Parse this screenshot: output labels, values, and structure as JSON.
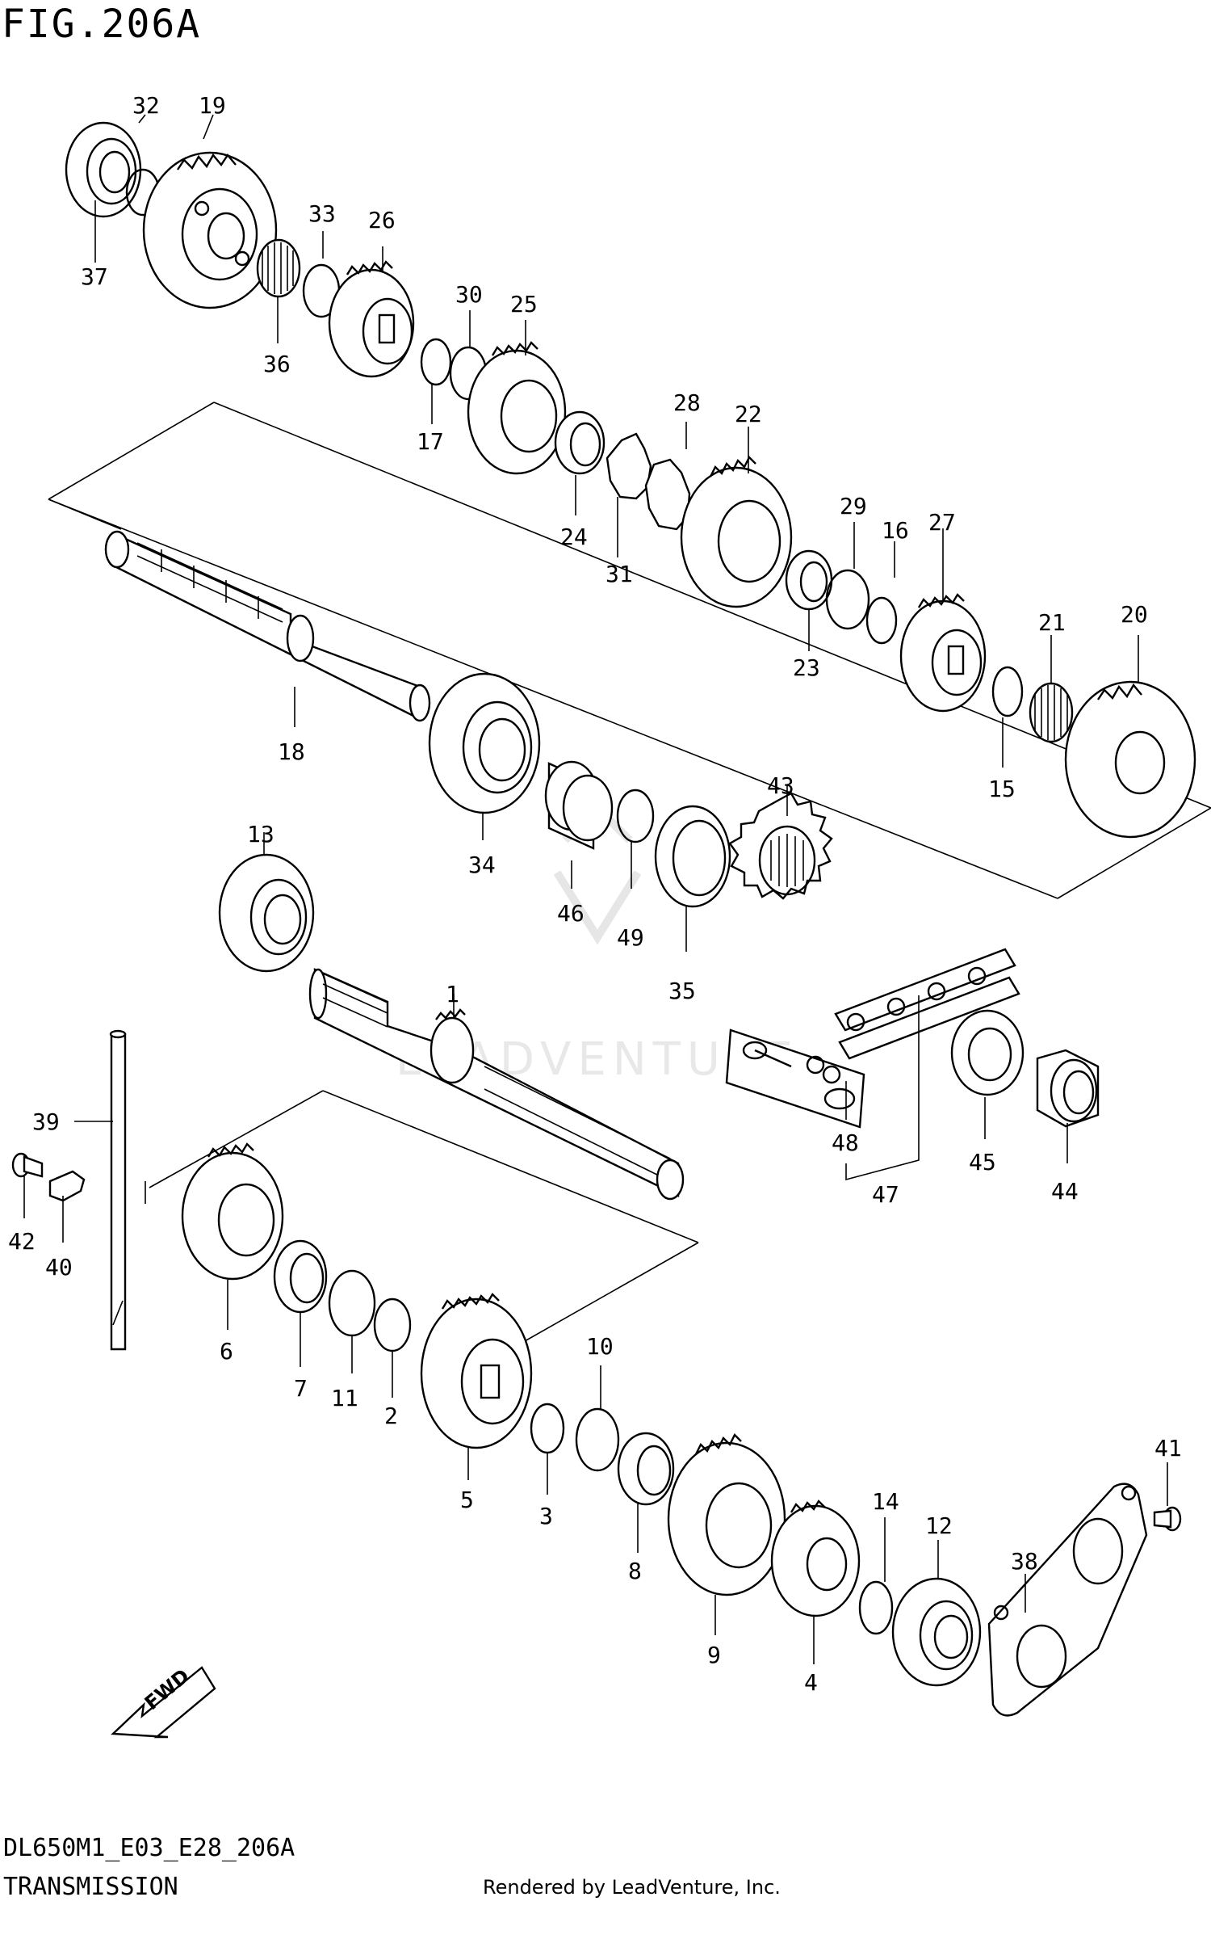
{
  "figure_title": "FIG.206A",
  "model_code": "DL650M1_E03_E28_206A",
  "section_title": "TRANSMISSION",
  "render_credit": "Rendered by LeadVenture, Inc.",
  "watermark": "LEADVENTURE",
  "fwd_label": "FWD",
  "callouts": [
    "1",
    "2",
    "3",
    "4",
    "5",
    "6",
    "7",
    "8",
    "9",
    "10",
    "11",
    "12",
    "13",
    "14",
    "15",
    "16",
    "17",
    "18",
    "19",
    "20",
    "21",
    "22",
    "23",
    "24",
    "25",
    "26",
    "27",
    "28",
    "29",
    "30",
    "31",
    "32",
    "33",
    "34",
    "35",
    "36",
    "37",
    "38",
    "39",
    "40",
    "41",
    "42",
    "43",
    "44",
    "45",
    "46",
    "47",
    "48",
    "49"
  ]
}
